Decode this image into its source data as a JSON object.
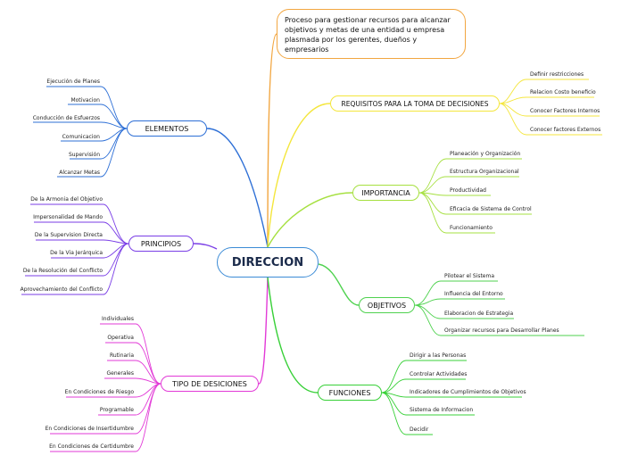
{
  "root": {
    "label": "DIRECCION"
  },
  "note": {
    "text": "Proceso para gestionar recursos  para alcanzar  objetivos y metas de una entidad u empresa plasmada por los gerentes, dueños y empresarios"
  },
  "colors": {
    "root_border": "#3b8bd6",
    "elementos": "#2d6fd6",
    "principios": "#7a3ee6",
    "tipo": "#e23ad7",
    "requisitos": "#f4e63c",
    "importancia": "#a6e040",
    "objetivos": "#4fd24f",
    "funciones": "#38d038",
    "note": "#f2a640"
  },
  "branches": {
    "elementos": {
      "label": "ELEMENTOS",
      "items": [
        "Ejecución de Planes",
        "Motivacion",
        "Conducción de Esfuerzos",
        "Comunicacion",
        "Supervisión",
        "Alcanzar Metas"
      ]
    },
    "principios": {
      "label": "PRINCIPIOS",
      "items": [
        "De la Armonia del Objetivo",
        "Impersonalidad de Mando",
        "De la Supervision Directa",
        "De la Via Jerárquica",
        "De la Resolución del Conflicto",
        "Aprovechamiento del Conflicto"
      ]
    },
    "tipo": {
      "label": "TIPO DE DESICIONES",
      "items": [
        "Individuales",
        "Operativa",
        "Rutinaria",
        "Generales",
        "En Condiciones de Riesgo",
        "Programable",
        "En Condiciones de Insertidumbre",
        "En Condiciones de Certidumbre"
      ]
    },
    "requisitos": {
      "label": "REQUISITOS PARA LA TOMA DE DECISIONES",
      "items": [
        "Definir restricciones",
        "Relacion Costo beneficio",
        "Conocer Factores Internos",
        "Conocer factores Externos"
      ]
    },
    "importancia": {
      "label": "IMPORTANCIA",
      "items": [
        "Planeación y Organización",
        "Estructura Organizacional",
        "Productividad",
        "Eficacia de Sistema de Control",
        "Funcionamiento"
      ]
    },
    "objetivos": {
      "label": "OBJETIVOS",
      "items": [
        "Pilotear el Sistema",
        "Influencia del Entorno",
        "Elaboracion de Estrategia",
        "Organizar recursos para  Desarrollar Planes"
      ]
    },
    "funciones": {
      "label": "FUNCIONES",
      "items": [
        "Dirigir a las Personas",
        "Controlar Actividades",
        "Indicadores de Cumplimientos de Objetivos",
        "Sistema de Informacion",
        "Decidir"
      ]
    }
  }
}
